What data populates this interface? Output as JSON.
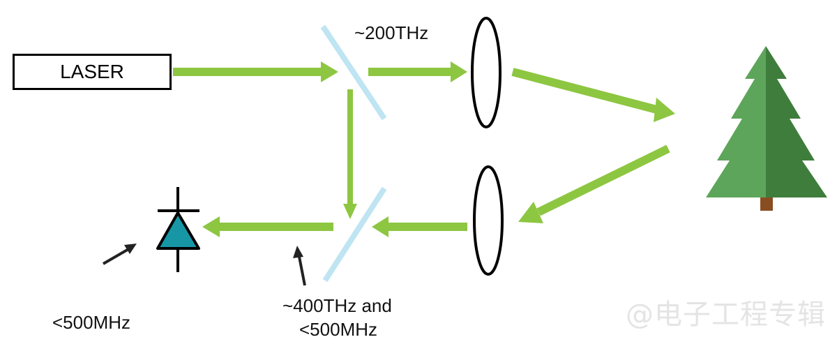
{
  "laser": {
    "label": "LASER"
  },
  "labels": {
    "freq_transmit": "~200THz",
    "freq_mixed_line1": "~400THz and",
    "freq_mixed_line2": "<500MHz",
    "freq_detector": "<500MHz"
  },
  "watermark": "@电子工程专辑",
  "colors": {
    "beam": "#8dc641",
    "splitter": "#bfe4f2",
    "tree_light": "#5da55a",
    "tree_dark": "#3f7d3c",
    "trunk": "#8a4d22",
    "detector_fill": "#1797a6"
  },
  "icons": [
    "laser-source",
    "beam-splitter",
    "lens",
    "tree-target",
    "photodiode"
  ]
}
